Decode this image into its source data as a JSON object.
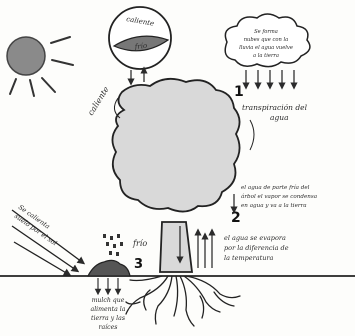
{
  "labels": {
    "lens_top": "caliente",
    "lens_bottom": "frío",
    "caliente_left": "caliente",
    "cloud_lines": [
      "Se forma",
      "nubes que con la",
      "lluvia el agua vuelve",
      "a la tierra"
    ],
    "step1_number": "1",
    "transpiration": [
      "transpiración del",
      "agua"
    ],
    "step2_number": "2",
    "cold_side": [
      "el agua de parte fría del",
      "árbol el vapor se condensa",
      "en agua y va a la tierra"
    ],
    "ground_water": [
      "el agua se evapora",
      "por la diferencia de",
      "la temperatura"
    ],
    "frio": "frío",
    "step3_number": "3",
    "sun_rays_text": [
      "Se calienta",
      "suelo por el sol"
    ],
    "mulch": [
      "mulch que",
      "alimenta la",
      "tierra y las",
      "raíces"
    ]
  },
  "colors": {
    "ink": "#2b2b2b",
    "sun_fill": "#8a8a8a",
    "paper": "#fdfdfb"
  }
}
